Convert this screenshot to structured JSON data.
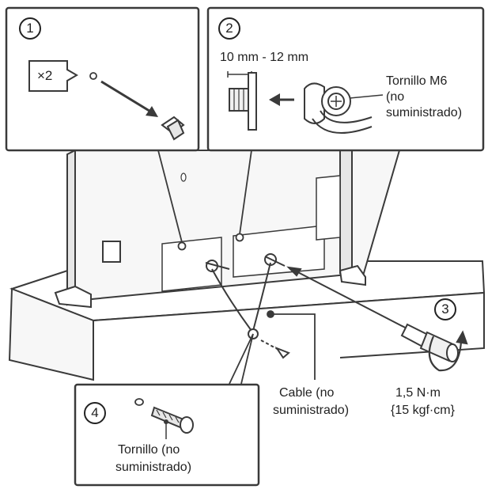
{
  "panel1": {
    "step": "1",
    "quantity": "×2"
  },
  "panel2": {
    "step": "2",
    "dimension": "10 mm - 12 mm",
    "screw_label": [
      "Tornillo M6",
      "(no",
      "suministrado)"
    ]
  },
  "step3": {
    "step": "3",
    "torque": [
      "1,5 N·m",
      "{15 kgf·cm}"
    ]
  },
  "cable_label": [
    "Cable (no",
    "suministrado)"
  ],
  "panel4": {
    "step": "4",
    "screw_label": [
      "Tornillo (no",
      "suministrado)"
    ]
  },
  "colors": {
    "line": "#3a3a3a",
    "panel_fill": "#ffffff",
    "tv_fill": "#f4f4f4",
    "shade": "#d9d9d9"
  }
}
